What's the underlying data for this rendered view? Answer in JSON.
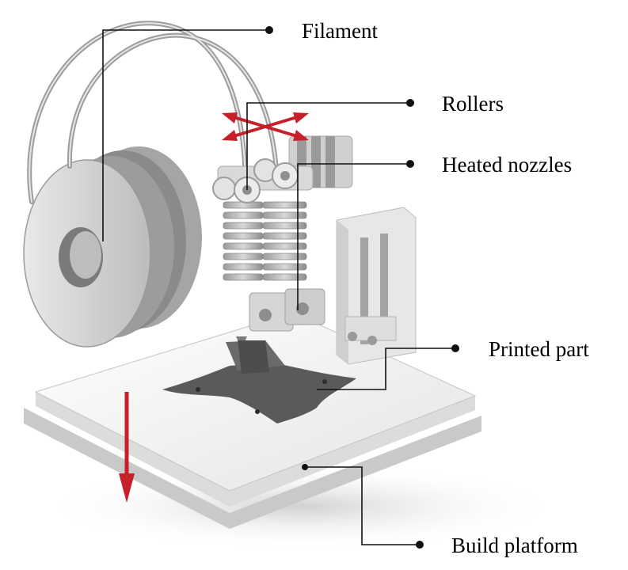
{
  "labels": {
    "filament": "Filament",
    "rollers": "Rollers",
    "heated_nozzles": "Heated nozzles",
    "printed_part": "Printed part",
    "build_platform": "Build platform"
  },
  "colors": {
    "motion_arrow": "#c8202a",
    "platform_top": "#f3f3f3",
    "platform_side": "#cfcfcf",
    "part": "#595959",
    "metal": "#bdbdbd"
  }
}
